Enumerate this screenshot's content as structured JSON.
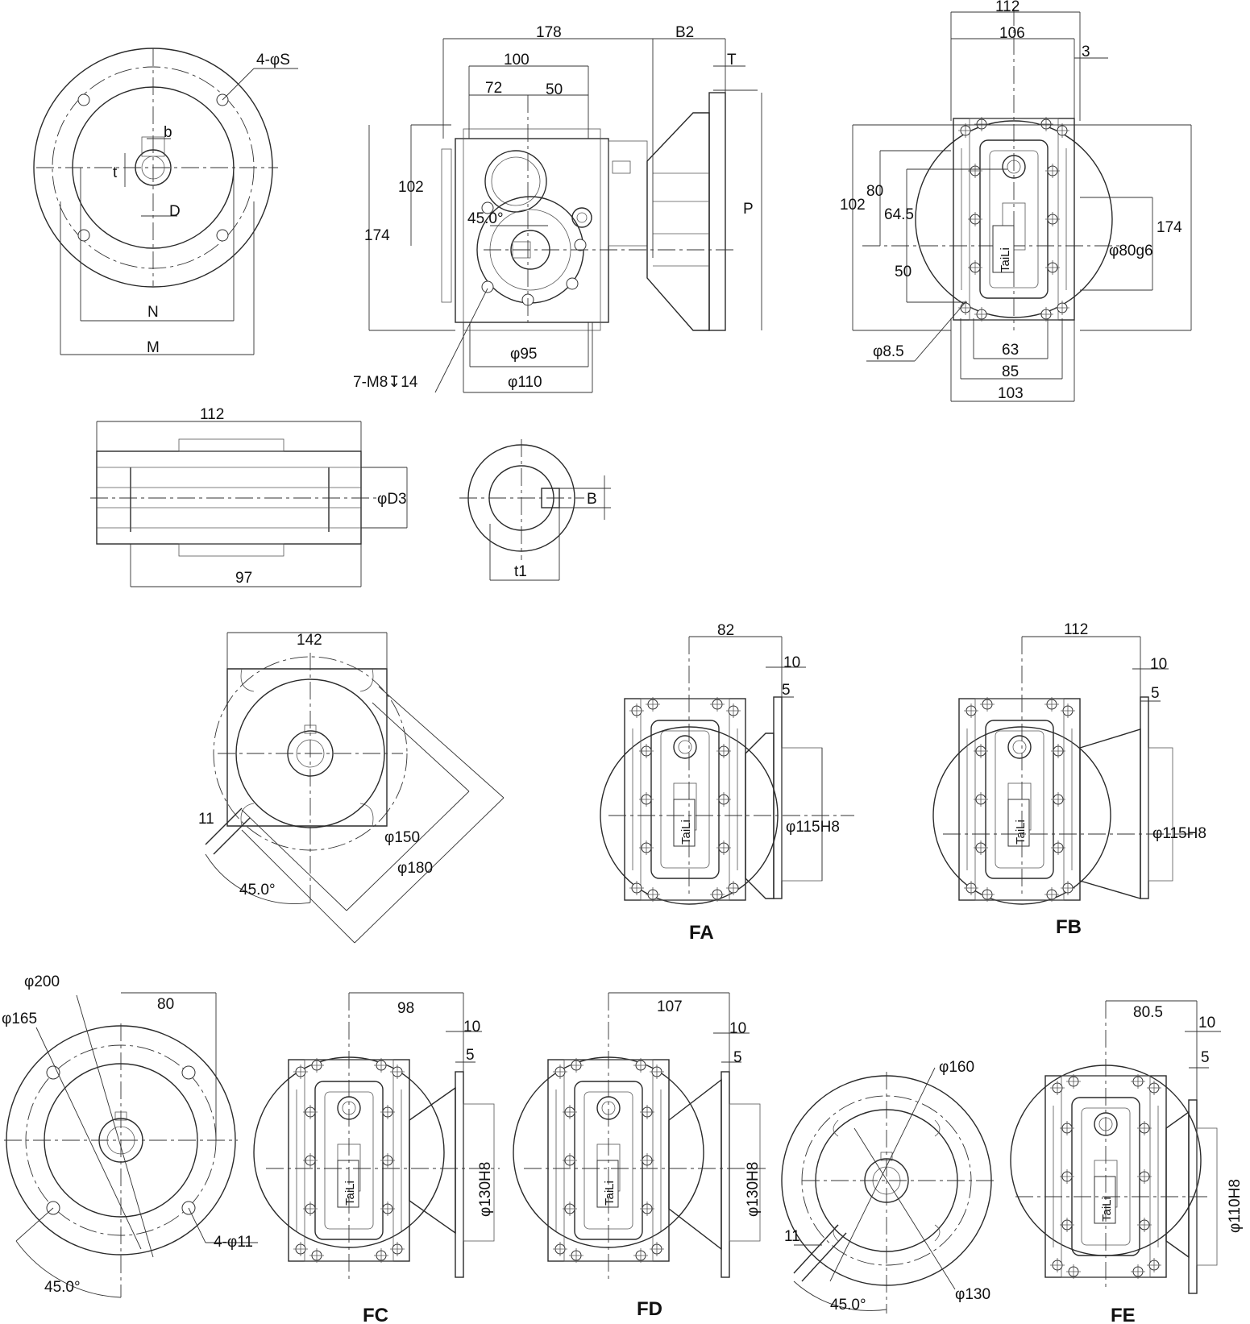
{
  "brand": "TaiLi",
  "views": {
    "flange_front": {
      "label_hole": "4-φS",
      "label_b": "b",
      "label_t": "t",
      "label_D": "D",
      "label_N": "N",
      "label_M": "M"
    },
    "gear_front": {
      "d178": "178",
      "dB2": "B2",
      "d100": "100",
      "d72": "72",
      "d50": "50",
      "dT": "T",
      "dP": "P",
      "d102": "102",
      "d174": "174",
      "angle": "45.0°",
      "d95": "φ95",
      "d110": "φ110",
      "thread": "7-M8↧14"
    },
    "gear_side": {
      "d112": "112",
      "d106": "106",
      "d3": "3",
      "d80": "80",
      "d102": "102",
      "d645": "64.5",
      "d50": "50",
      "d174": "174",
      "d80g6": "φ80g6",
      "d85hole": "φ8.5",
      "d63": "63",
      "d85": "85",
      "d103": "103"
    },
    "shaft": {
      "d112": "112",
      "dD3": "φD3",
      "d97": "97"
    },
    "shaft_section": {
      "dB": "B",
      "dt1": "t1"
    },
    "square_flange": {
      "d142": "142",
      "d11": "11",
      "d150": "φ150",
      "d180": "φ180",
      "angle": "45.0°"
    },
    "fa": {
      "d82": "82",
      "d10": "10",
      "d5": "5",
      "dia": "φ115H8",
      "label": "FA"
    },
    "fb": {
      "d112": "112",
      "d10": "10",
      "d5": "5",
      "dia": "φ115H8",
      "label": "FB"
    },
    "round_flange": {
      "d200": "φ200",
      "d165": "φ165",
      "d80": "80",
      "holes": "4-φ11",
      "angle": "45.0°"
    },
    "fc": {
      "d98": "98",
      "d10": "10",
      "d5": "5",
      "dia": "φ130H8",
      "label": "FC"
    },
    "fd": {
      "d107": "107",
      "d10": "10",
      "d5": "5",
      "dia": "φ130H8",
      "label": "FD"
    },
    "slot_flange": {
      "d160": "φ160",
      "d11": "11",
      "d130": "φ130",
      "angle": "45.0°"
    },
    "fe": {
      "d805": "80.5",
      "d10": "10",
      "d5": "5",
      "dia": "φ110H8",
      "label": "FE"
    }
  }
}
